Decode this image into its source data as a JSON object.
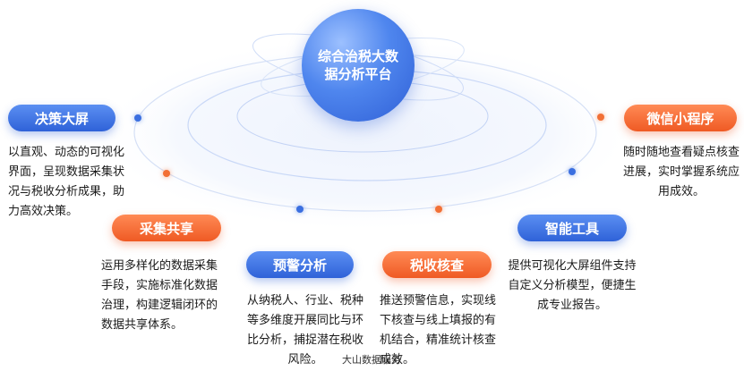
{
  "center": {
    "title": "综合治税大数据分析平台"
  },
  "nodes": [
    {
      "key": "juece",
      "label": "决策大屏",
      "color": "blue",
      "description": "以直观、动态的可视化界面，呈现数据采集状况与税收分析成果，助力高效决策。"
    },
    {
      "key": "weixin",
      "label": "微信小程序",
      "color": "orange",
      "description": "随时随地查看疑点核查进展，实时掌握系统应用成效。"
    },
    {
      "key": "caiji",
      "label": "采集共享",
      "color": "orange",
      "description": "运用多样化的数据采集手段，实施标准化数据治理，构建逻辑闭环的数据共享体系。"
    },
    {
      "key": "zhineng",
      "label": "智能工具",
      "color": "blue",
      "description": "提供可视化大屏组件支持自定义分析模型，便捷生成专业报告。"
    },
    {
      "key": "yujing",
      "label": "预警分析",
      "color": "blue",
      "description": "从纳税人、行业、税种等多维度开展同比与环比分析，捕捉潜在税收风险。"
    },
    {
      "key": "shuishou",
      "label": "税收核查",
      "color": "orange",
      "description": "推送预警信息，实现线下核查与线上填报的有机结合，精准统计核查成效。"
    }
  ],
  "watermark": "大山数据服务",
  "colors": {
    "blue": "#2f62d8",
    "orange": "#ef5a24",
    "ring": "#c9d8f7"
  }
}
